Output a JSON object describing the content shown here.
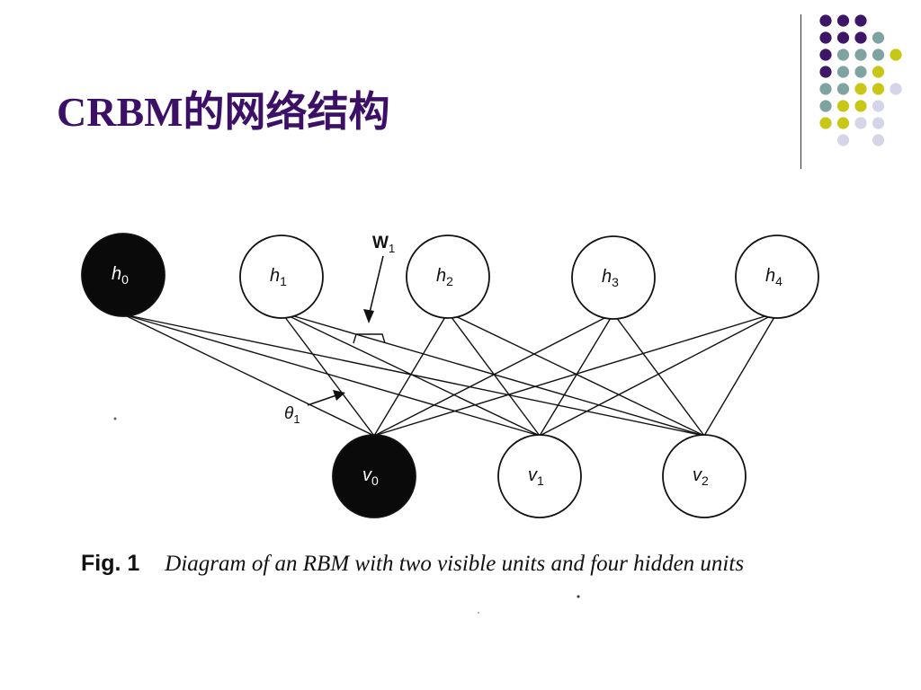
{
  "slide": {
    "title": "CRBM的网络结构",
    "title_color": "#3b1066"
  },
  "decoration": {
    "dot_colors": {
      "purple": "#3d1668",
      "teal": "#7fa3a0",
      "yellow": "#c9c716",
      "lavender": "#d5d5e8"
    }
  },
  "diagram": {
    "hidden_units": [
      {
        "id": "h0",
        "sym": "h",
        "sub": "0",
        "filled": true
      },
      {
        "id": "h1",
        "sym": "h",
        "sub": "1",
        "filled": false
      },
      {
        "id": "h2",
        "sym": "h",
        "sub": "2",
        "filled": false
      },
      {
        "id": "h3",
        "sym": "h",
        "sub": "3",
        "filled": false
      },
      {
        "id": "h4",
        "sym": "h",
        "sub": "4",
        "filled": false
      }
    ],
    "visible_units": [
      {
        "id": "v0",
        "sym": "v",
        "sub": "0",
        "filled": true
      },
      {
        "id": "v1",
        "sym": "v",
        "sub": "1",
        "filled": false
      },
      {
        "id": "v2",
        "sym": "v",
        "sub": "2",
        "filled": false
      }
    ],
    "weight_label": {
      "sym": "W",
      "sub": "1"
    },
    "bias_label": {
      "sym": "θ",
      "sub": "1"
    }
  },
  "caption": {
    "label": "Fig. 1",
    "text": "Diagram of an RBM with two visible units and four hidden units"
  }
}
